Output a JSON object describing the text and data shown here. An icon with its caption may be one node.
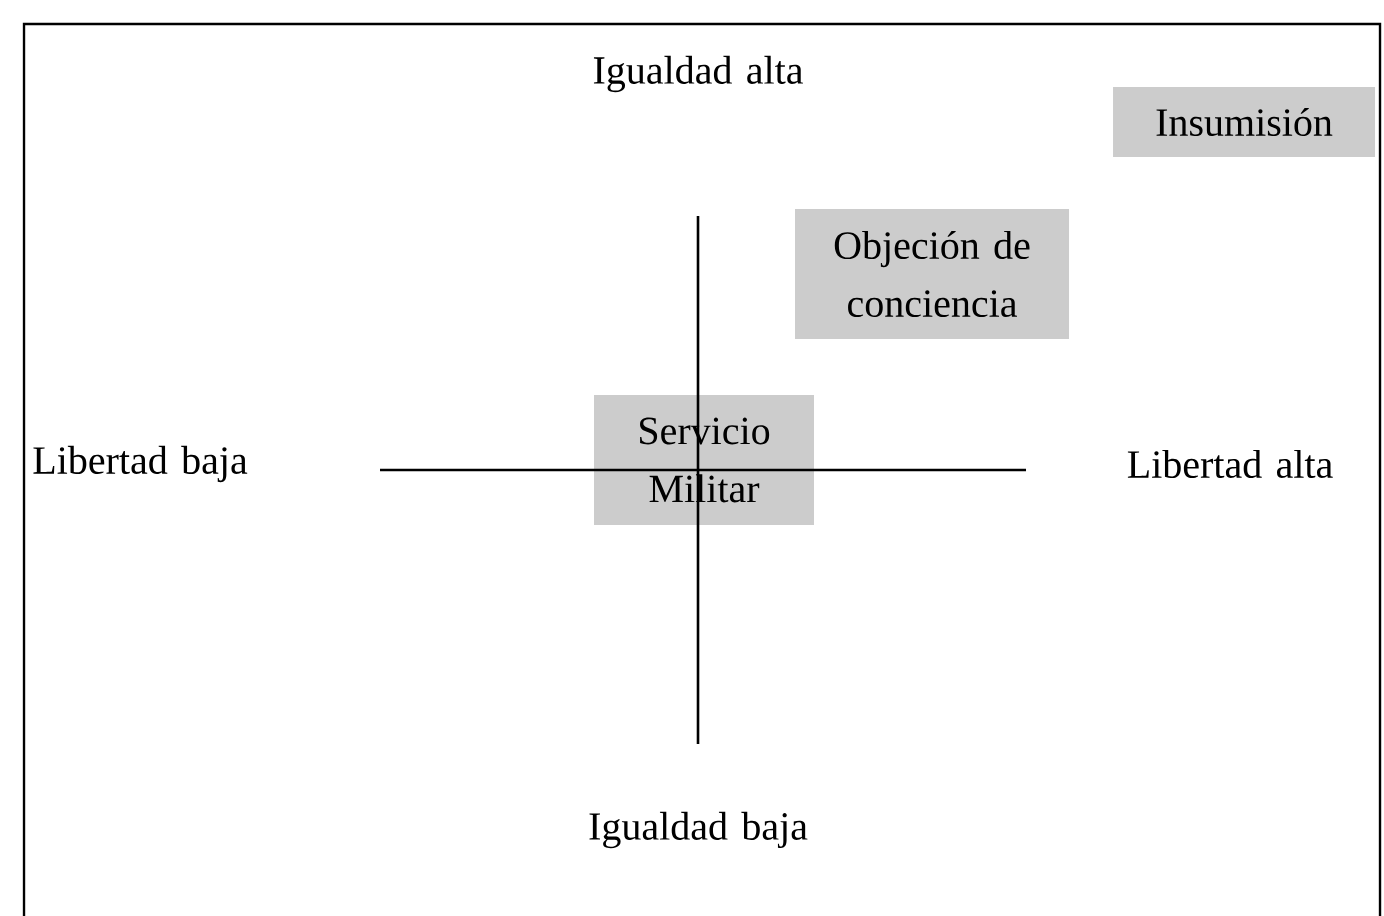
{
  "diagram": {
    "nodes": [
      {
        "text": [
          "Insumisión"
        ]
      },
      {
        "text": [
          "Objeción de conciencia"
        ]
      },
      {
        "text": [
          "Servicio Militar"
        ]
      }
    ],
    "labels": [
      "Igualdad alta",
      "Libertad baja",
      "Libertad alta",
      "Igualdad baja"
    ]
  }
}
